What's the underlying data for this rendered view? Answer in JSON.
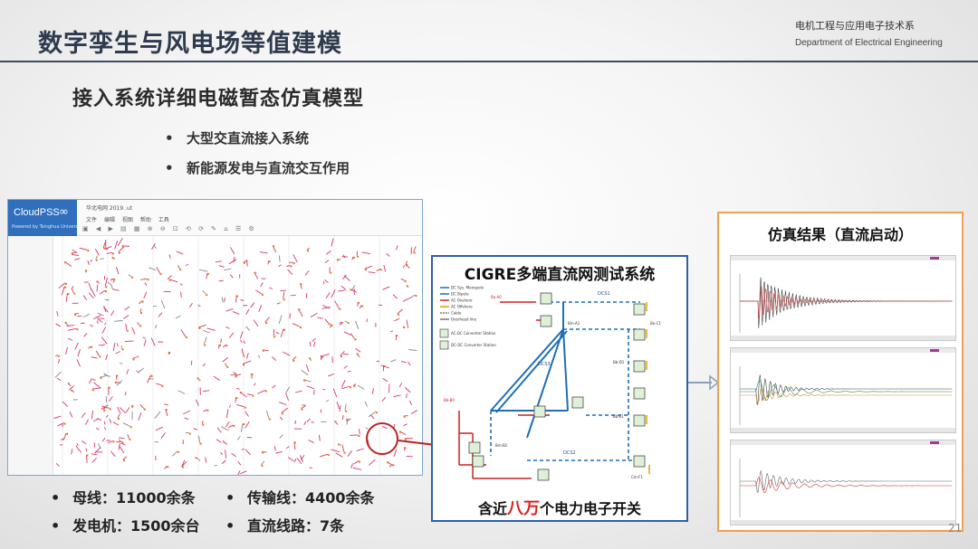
{
  "header": {
    "title": "数字孪生与风电场等值建模",
    "dept_cn": "电机工程与应用电子技术系",
    "dept_en": "Department of Electrical Engineering"
  },
  "subtitle": "接入系统详细电磁暂态仿真模型",
  "bullets": [
    "大型交直流接入系统",
    "新能源发电与直流交互作用"
  ],
  "cloudpss": {
    "brand": "CloudPSS",
    "tagline": "Powered by Tsinghua University",
    "doc_title": "华北电网 2019 .ut",
    "menu": [
      "文件",
      "编辑",
      "视图",
      "帮助",
      "工具"
    ]
  },
  "cigre": {
    "title": "CIGRE多端直流网测试系统",
    "caption_prefix": "含近",
    "caption_highlight": "八万",
    "caption_suffix": "个电力电子开关",
    "labels": {
      "dcs1": "DCS1",
      "dcs2": "DCS2",
      "dcs3": "DCS3",
      "ba_a0": "Ba-A0",
      "bb_b0": "Bb-B0",
      "bb_a1": "Bm-A1",
      "bm_b2": "Bm-B2",
      "bb_e1": "Bb-E1",
      "bb_d1": "Bb-D1",
      "cm_f1": "Cm-F1",
      "bo_c1": "Bo-C1"
    },
    "legend": [
      "DC Sys. Monopole",
      "DC Bipole",
      "AC Onshore",
      "AC Offshore",
      "Cable",
      "Overhead line",
      "AC-DC Converter Station",
      "DC-DC Converter Station"
    ]
  },
  "results": {
    "title": "仿真结果（直流启动）"
  },
  "stats": [
    {
      "label": "母线：11000余条"
    },
    {
      "label": "传输线：4400余条"
    },
    {
      "label": "发电机：1500余台"
    },
    {
      "label": "直流线路：7条"
    }
  ],
  "bullet_symbol": "•",
  "page_number": "21",
  "colors": {
    "title": "#2e3a4e",
    "brand_blue": "#2f6fbd",
    "highlight_red": "#dd2222",
    "frame_orange": "#f0a050"
  }
}
